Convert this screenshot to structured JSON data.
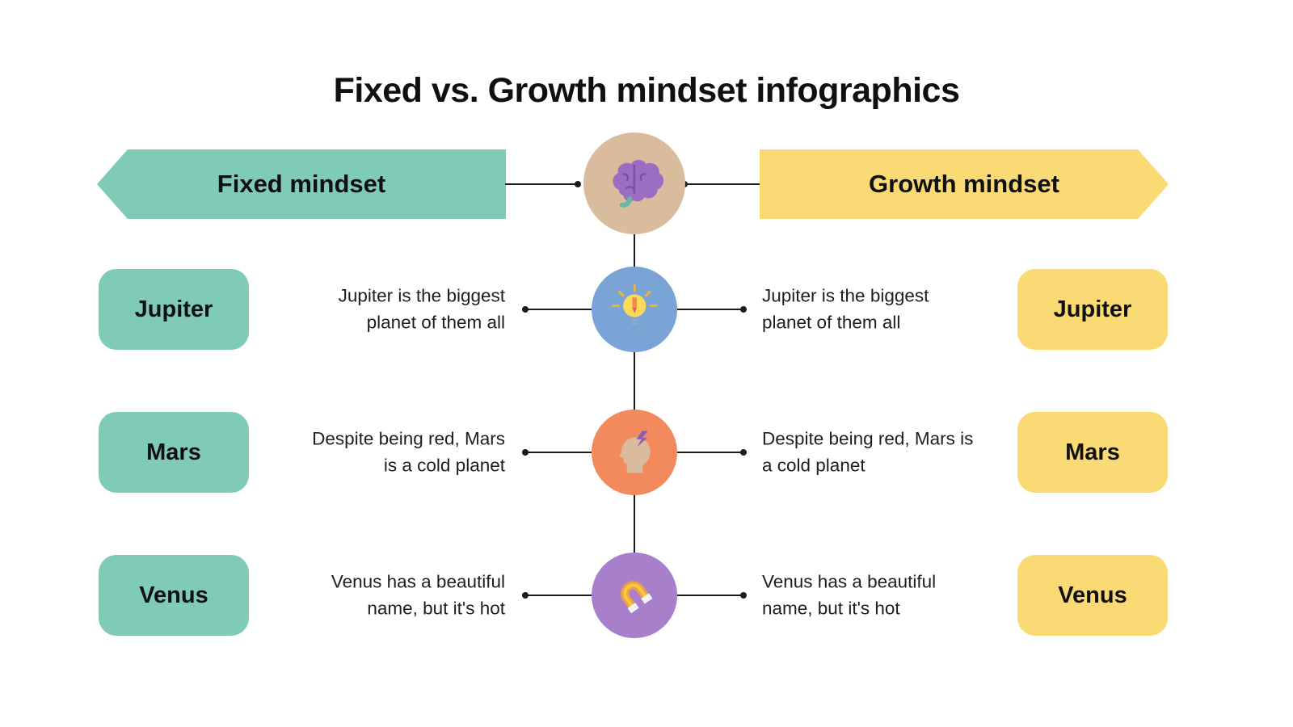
{
  "title": "Fixed vs. Growth mindset infographics",
  "header": {
    "left_label": "Fixed mindset",
    "right_label": "Growth mindset",
    "center_icon": "brain-icon"
  },
  "rows": [
    {
      "left_label": "Jupiter",
      "right_label": "Jupiter",
      "left_text": "Jupiter is the biggest planet of them all",
      "right_text": "Jupiter is the biggest planet of them all",
      "icon": "lightbulb-pencil-icon",
      "icon_bg": "#7ba4d6"
    },
    {
      "left_label": "Mars",
      "right_label": "Mars",
      "left_text": "Despite being red, Mars is a cold planet",
      "right_text": "Despite being red, Mars is a cold planet",
      "icon": "head-idea-icon",
      "icon_bg": "#f28a5e"
    },
    {
      "left_label": "Venus",
      "right_label": "Venus",
      "left_text": "Venus has a beautiful name, but it's hot",
      "right_text": "Venus has a beautiful name, but it's hot",
      "icon": "magnet-icon",
      "icon_bg": "#a87fca"
    }
  ],
  "colors": {
    "left_accent": "#7fcbb7",
    "right_accent": "#f9da74",
    "hub_bg": "#d9bc9e",
    "line": "#1c1c1c",
    "text": "#111111"
  }
}
